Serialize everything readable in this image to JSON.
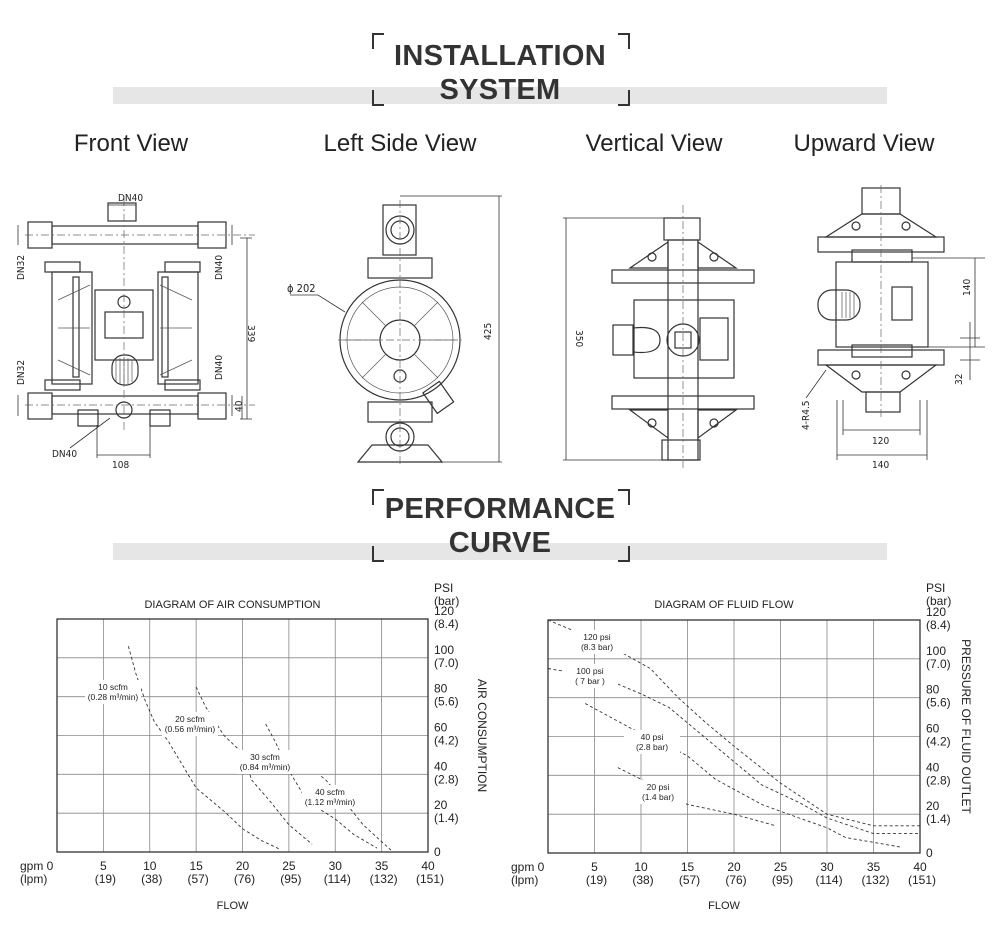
{
  "installation_header": {
    "line1": "INSTALLATION",
    "line2": "SYSTEM"
  },
  "performance_header": {
    "line1": "PERFORMANCE",
    "line2": "CURVE"
  },
  "views": [
    {
      "title": "Front View",
      "dims": [
        "DN40",
        "DN32",
        "DN40",
        "DN32",
        "DN40",
        "339",
        "40",
        "DN40",
        "108"
      ]
    },
    {
      "title": "Left Side View",
      "dims": [
        "ϕ 202",
        "425"
      ]
    },
    {
      "title": "Vertical View",
      "dims": [
        "350"
      ]
    },
    {
      "title": "Upward View",
      "dims": [
        "140",
        "32",
        "4-R4.5",
        "120",
        "140"
      ]
    }
  ],
  "chart_data": [
    {
      "type": "line",
      "title": "DIAGRAM OF AIR CONSUMPTION",
      "xlabel": "FLOW",
      "ylabel": "AIR CONSUMPTION",
      "x_unit_labels": [
        "gpm",
        "(lpm)"
      ],
      "y_unit_labels": [
        "PSI",
        "(bar)"
      ],
      "xlim": [
        0,
        40
      ],
      "ylim": [
        0,
        120
      ],
      "x_ticks": [
        0,
        5,
        10,
        15,
        20,
        25,
        30,
        35,
        40
      ],
      "x_ticks_lpm": [
        "",
        "(19)",
        "(38)",
        "(57)",
        "(76)",
        "(95)",
        "(114)",
        "(132)",
        "(151)"
      ],
      "y_ticks": [
        0,
        20,
        40,
        60,
        80,
        100,
        120
      ],
      "y_ticks_bar": [
        "",
        "(1.4)",
        "(2.8)",
        "(4.2)",
        "(5.6)",
        "(7.0)",
        "(8.4)"
      ],
      "grid": true,
      "series": [
        {
          "name": "10 scfm",
          "sub": "(0.28 m³/min)",
          "points": [
            [
              7.7,
              106
            ],
            [
              8.5,
              92
            ],
            [
              9.5,
              78
            ],
            [
              10.5,
              67
            ],
            [
              12,
              57
            ],
            [
              15,
              33
            ],
            [
              18,
              21
            ],
            [
              20,
              12
            ],
            [
              22,
              6
            ],
            [
              24,
              1.5
            ]
          ]
        },
        {
          "name": "20 scfm",
          "sub": "(0.56 m³/min)",
          "points": [
            [
              15,
              85
            ],
            [
              16,
              75
            ],
            [
              18,
              60
            ],
            [
              20,
              51
            ],
            [
              21,
              37
            ],
            [
              23,
              26
            ],
            [
              25,
              14
            ],
            [
              27.5,
              4
            ]
          ]
        },
        {
          "name": "30 scfm",
          "sub": "(0.84 m³/min)",
          "points": [
            [
              22.5,
              66
            ],
            [
              23.5,
              57
            ],
            [
              25,
              42
            ],
            [
              27,
              26
            ],
            [
              30,
              17
            ],
            [
              32,
              9
            ],
            [
              34.5,
              2
            ]
          ]
        },
        {
          "name": "40 scfm",
          "sub": "(1.12 m³/min)",
          "points": [
            [
              28.5,
              39
            ],
            [
              29,
              37
            ],
            [
              31.5,
              23
            ],
            [
              33,
              14
            ],
            [
              36,
              1
            ]
          ]
        }
      ]
    },
    {
      "type": "line",
      "title": "DIAGRAM OF FLUID FLOW",
      "xlabel": "FLOW",
      "ylabel": "PRESSURE OF FLUID OUTLET",
      "x_unit_labels": [
        "gpm",
        "(lpm)"
      ],
      "y_unit_labels": [
        "PSI",
        "(bar)"
      ],
      "xlim": [
        0,
        40
      ],
      "ylim": [
        0,
        120
      ],
      "x_ticks": [
        0,
        5,
        10,
        15,
        20,
        25,
        30,
        35,
        40
      ],
      "x_ticks_lpm": [
        "",
        "(19)",
        "(38)",
        "(57)",
        "(76)",
        "(95)",
        "(114)",
        "(132)",
        "(151)"
      ],
      "y_ticks": [
        0,
        20,
        40,
        60,
        80,
        100,
        120
      ],
      "y_ticks_bar": [
        "",
        "(1.4)",
        "(2.8)",
        "(4.2)",
        "(5.6)",
        "(7.0)",
        "(8.4)"
      ],
      "grid": true,
      "series": [
        {
          "name": "120 psi",
          "sub": "(8.3 bar)",
          "points": [
            [
              0,
              120
            ],
            [
              3.5,
              113
            ],
            [
              8,
              103
            ],
            [
              11,
              95
            ],
            [
              14,
              80
            ],
            [
              17,
              67
            ],
            [
              20,
              55
            ],
            [
              25,
              36
            ],
            [
              30,
              20
            ],
            [
              35,
              14
            ],
            [
              40,
              14
            ]
          ]
        },
        {
          "name": "100 psi",
          "sub": "( 7 bar )",
          "points": [
            [
              0,
              95
            ],
            [
              2.5,
              93
            ],
            [
              7,
              88
            ],
            [
              10,
              82
            ],
            [
              13,
              75
            ],
            [
              15,
              67
            ],
            [
              20,
              47
            ],
            [
              23,
              35
            ],
            [
              27,
              26
            ],
            [
              30,
              18
            ],
            [
              35,
              10
            ],
            [
              40,
              10
            ]
          ]
        },
        {
          "name": "40 psi",
          "sub": "(2.8 bar)",
          "points": [
            [
              4,
              77
            ],
            [
              9,
              64
            ],
            [
              13,
              55
            ],
            [
              15,
              50
            ],
            [
              18,
              38
            ],
            [
              23,
              25
            ],
            [
              27,
              18
            ],
            [
              30,
              13
            ],
            [
              32,
              8
            ],
            [
              38,
              3
            ]
          ]
        },
        {
          "name": "20 psi",
          "sub": "(1.4 bar)",
          "points": [
            [
              7.5,
              44
            ],
            [
              10,
              38
            ],
            [
              15,
              25
            ],
            [
              20,
              20
            ],
            [
              24.5,
              14
            ]
          ]
        }
      ]
    }
  ]
}
